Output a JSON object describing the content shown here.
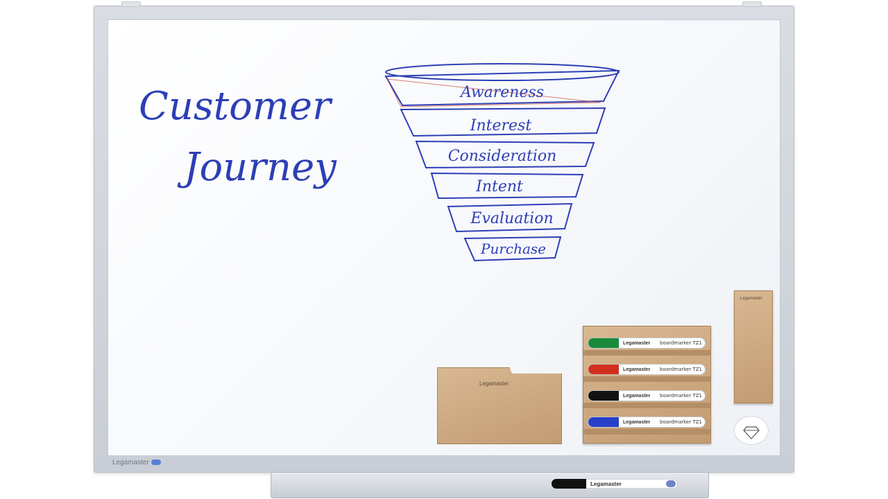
{
  "drawing": {
    "title_line1": "Customer",
    "title_line2": "Journey",
    "funnel_stages": [
      "Awareness",
      "Interest",
      "Consideration",
      "Intent",
      "Evaluation",
      "Purchase"
    ],
    "ink_color": "#2d3fb5",
    "accent_ink_color": "#d04a3a"
  },
  "board": {
    "frame_brand": "Legamaster"
  },
  "accessories": {
    "eraser_holder_brand": "Legamaster",
    "sponge_brand": "Legamaster",
    "marker_brand": "Legamaster",
    "marker_model": "boardmarker TZ1",
    "marker_caps": [
      {
        "color_name": "green",
        "hex": "#1a8a3a"
      },
      {
        "color_name": "red",
        "hex": "#d2301f"
      },
      {
        "color_name": "black",
        "hex": "#111111"
      },
      {
        "color_name": "blue",
        "hex": "#2740c8"
      }
    ],
    "tray_marker_brand": "Legamaster"
  }
}
